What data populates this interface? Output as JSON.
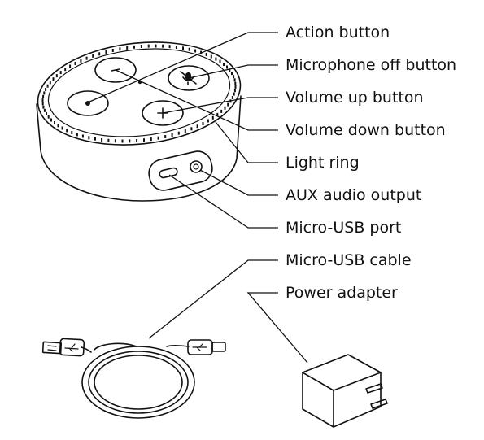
{
  "labels": [
    {
      "id": "action-button",
      "text": "Action button"
    },
    {
      "id": "microphone-off-button",
      "text": "Microphone off button"
    },
    {
      "id": "volume-up-button",
      "text": "Volume up button"
    },
    {
      "id": "volume-down-button",
      "text": "Volume down button"
    },
    {
      "id": "light-ring",
      "text": "Light ring"
    },
    {
      "id": "aux-audio-output",
      "text": "AUX audio output"
    },
    {
      "id": "micro-usb-port",
      "text": "Micro-USB port"
    },
    {
      "id": "micro-usb-cable",
      "text": "Micro-USB cable"
    },
    {
      "id": "power-adapter",
      "text": "Power adapter"
    }
  ],
  "icons": [
    "minus-icon",
    "microphone-off-icon",
    "action-dot-icon",
    "plus-icon",
    "usb-trident-icon"
  ]
}
